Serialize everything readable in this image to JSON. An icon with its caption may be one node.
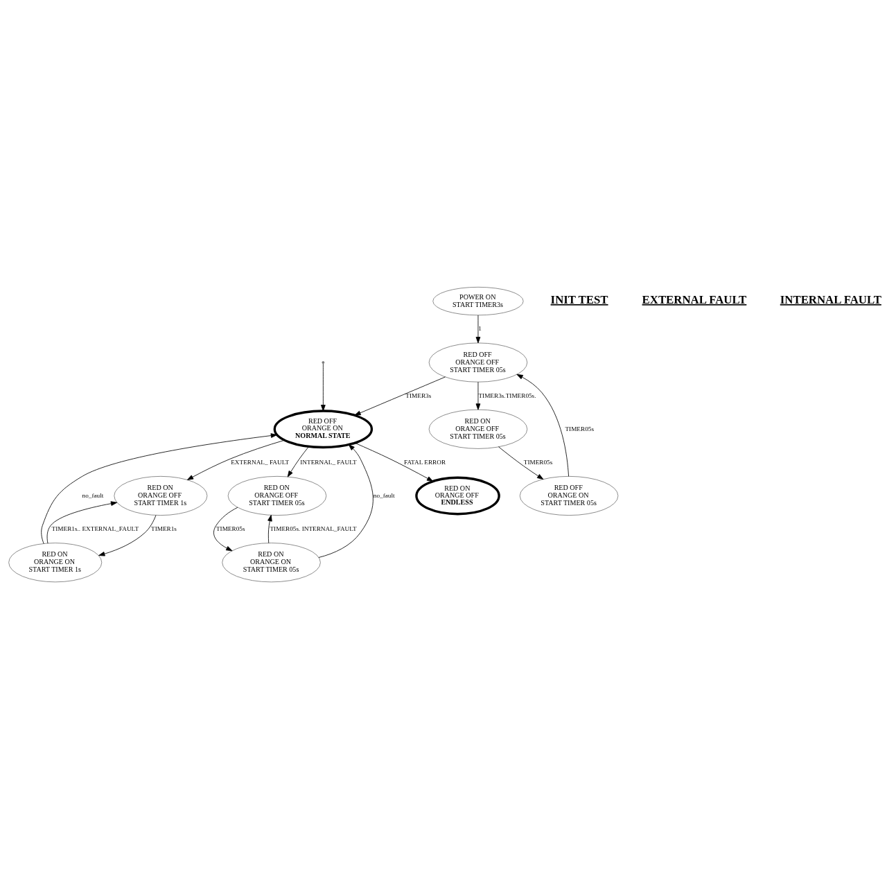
{
  "diagram": {
    "nodes": [
      {
        "text": [
          "POWER ON",
          "START TIMER3s"
        ]
      },
      {
        "text": [
          "RED OFF",
          "ORANGE OFF",
          "START TIMER 05s"
        ]
      },
      {
        "text": [
          "RED ON",
          "ORANGE OFF",
          "ENDLESS"
        ]
      },
      {
        "text": [
          "RED ON",
          "ORANGE OFF",
          "START TIMER 05s"
        ]
      },
      {
        "text": [
          "RED OFF",
          "ORANGE ON",
          "NORMAL STATE"
        ]
      },
      {
        "text": [
          "RED OFF",
          "ORANGE ON",
          "START TIMER 05s"
        ]
      },
      {
        "text": [
          "RED ON",
          "ORANGE OFF",
          "START TIMER 1s"
        ]
      },
      {
        "text": [
          "RED ON",
          "ORANGE OFF",
          "START TIMER 05s"
        ]
      },
      {
        "text": [
          "RED ON",
          "ORANGE ON",
          "START TIMER 1s"
        ]
      },
      {
        "text": [
          "RED ON",
          "ORANGE ON",
          "START TIMER 05s"
        ]
      }
    ],
    "edges": [
      {
        "from": 0,
        "to": 1,
        "arrow": "to",
        "label": "1"
      },
      {
        "from": 1,
        "to": 4,
        "arrow": "to",
        "label": "TIMER3s"
      },
      {
        "from": 1,
        "to": 3,
        "arrow": "to",
        "label": "TIMER3s.TIMER05s."
      },
      {
        "from": 3,
        "to": 5,
        "arrow": "to",
        "label": "TIMER05s"
      },
      {
        "from": 5,
        "to": 1,
        "arrow": "to",
        "label": "TIMER05s"
      },
      {
        "from": 4,
        "to": 2,
        "arrow": "to",
        "label": "FATAL ERROR"
      },
      {
        "from": 4,
        "to": 6,
        "arrow": "to",
        "label": "EXTERNAL_ FAULT"
      },
      {
        "from": 4,
        "to": 7,
        "arrow": "to",
        "label": "INTERNAL_ FAULT"
      },
      {
        "from": 6,
        "to": 8,
        "arrow": "to",
        "label": "TIMER1s"
      },
      {
        "from": 8,
        "to": 6,
        "arrow": "to",
        "label": "TIMER1s.. EXTERNAL_FAULT"
      },
      {
        "from": 8,
        "to": 4,
        "arrow": "to",
        "label": "no_fault"
      },
      {
        "from": null,
        "to": 4,
        "arrow": "to"
      },
      {
        "from": 7,
        "to": 9,
        "arrow": "to",
        "label": "TIMER05s"
      },
      {
        "from": 9,
        "to": 7,
        "arrow": "to",
        "label": "TIMER05s. INTERNAL_FAULT"
      },
      {
        "from": 9,
        "to": 4,
        "arrow": "to",
        "label": "no_fault"
      }
    ],
    "labels": [
      "INIT TEST",
      "EXTERNAL FAULT",
      "INTERNAL FAULT"
    ]
  }
}
